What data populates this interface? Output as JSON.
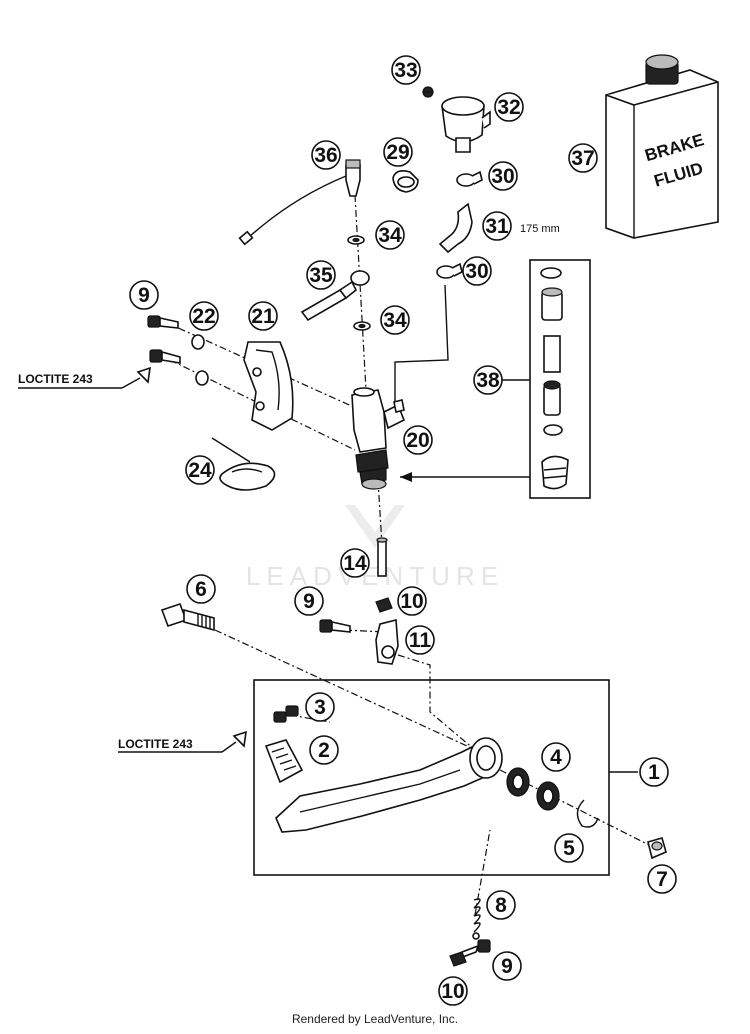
{
  "watermark": "LEADVENTURE",
  "footer": "Rendered by LeadVenture, Inc.",
  "notes": {
    "loctite_upper": "LOCTITE 243",
    "loctite_lower": "LOCTITE 243",
    "hose_length": "175 mm"
  },
  "can_label": {
    "line1": "BRAKE",
    "line2": "FLUID"
  },
  "callouts": {
    "c1": "1",
    "c2": "2",
    "c3": "3",
    "c4": "4",
    "c5": "5",
    "c6": "6",
    "c7": "7",
    "c8": "8",
    "c9_top": "9",
    "c9_mid": "9",
    "c9_bot": "9",
    "c10_mid": "10",
    "c10_bot": "10",
    "c11": "11",
    "c14": "14",
    "c20": "20",
    "c21": "21",
    "c22": "22",
    "c24": "24",
    "c29": "29",
    "c30_top": "30",
    "c30_bot": "30",
    "c31": "31",
    "c32": "32",
    "c33": "33",
    "c34_top": "34",
    "c34_bot": "34",
    "c35": "35",
    "c36": "36",
    "c37": "37",
    "c38": "38"
  }
}
